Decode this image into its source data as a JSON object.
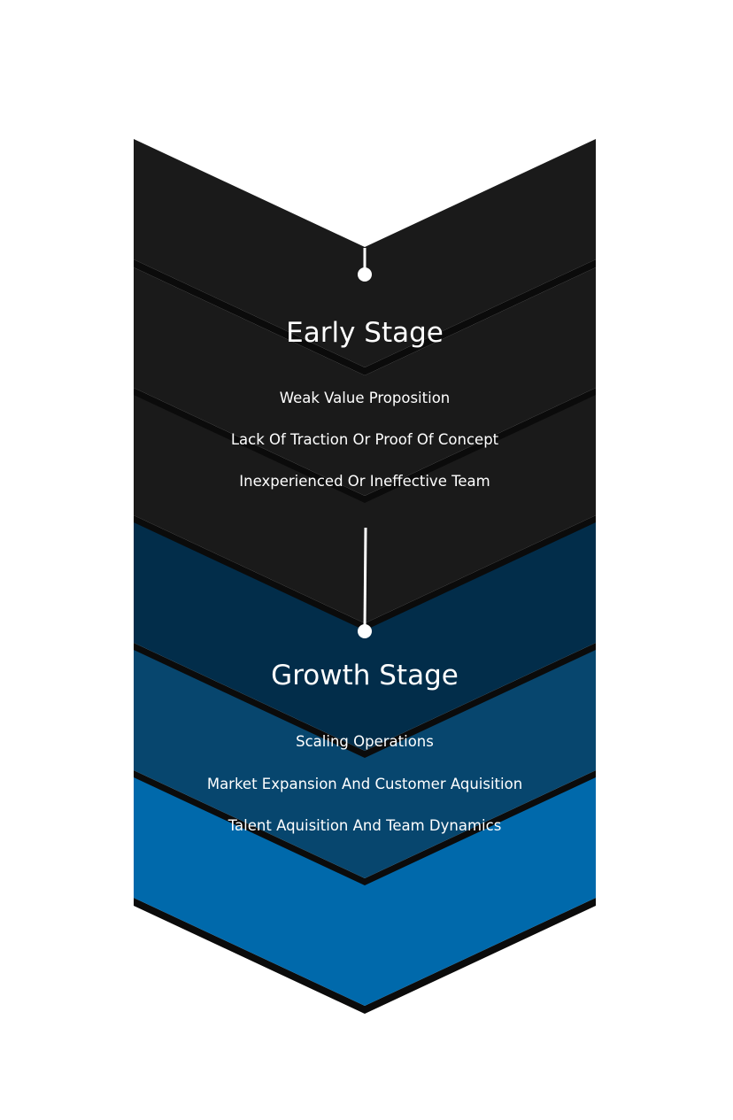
{
  "title": "STARTUP CHALLENGES",
  "colors": {
    "early": "#1a1a1a",
    "growth_dark": "#022d4a",
    "growth_mid": "#07466e",
    "growth_light": "#0069ab",
    "shadow": "#0b0b0b"
  },
  "stages": [
    {
      "name": "Early Stage",
      "items": [
        "Weak Value Proposition",
        "Lack Of Traction Or Proof Of Concept",
        "Inexperienced Or Ineffective Team"
      ]
    },
    {
      "name": "Growth Stage",
      "items": [
        "Scaling Operations",
        "Market Expansion And Customer Aquisition",
        "Talent Aquisition And Team Dynamics"
      ]
    }
  ]
}
